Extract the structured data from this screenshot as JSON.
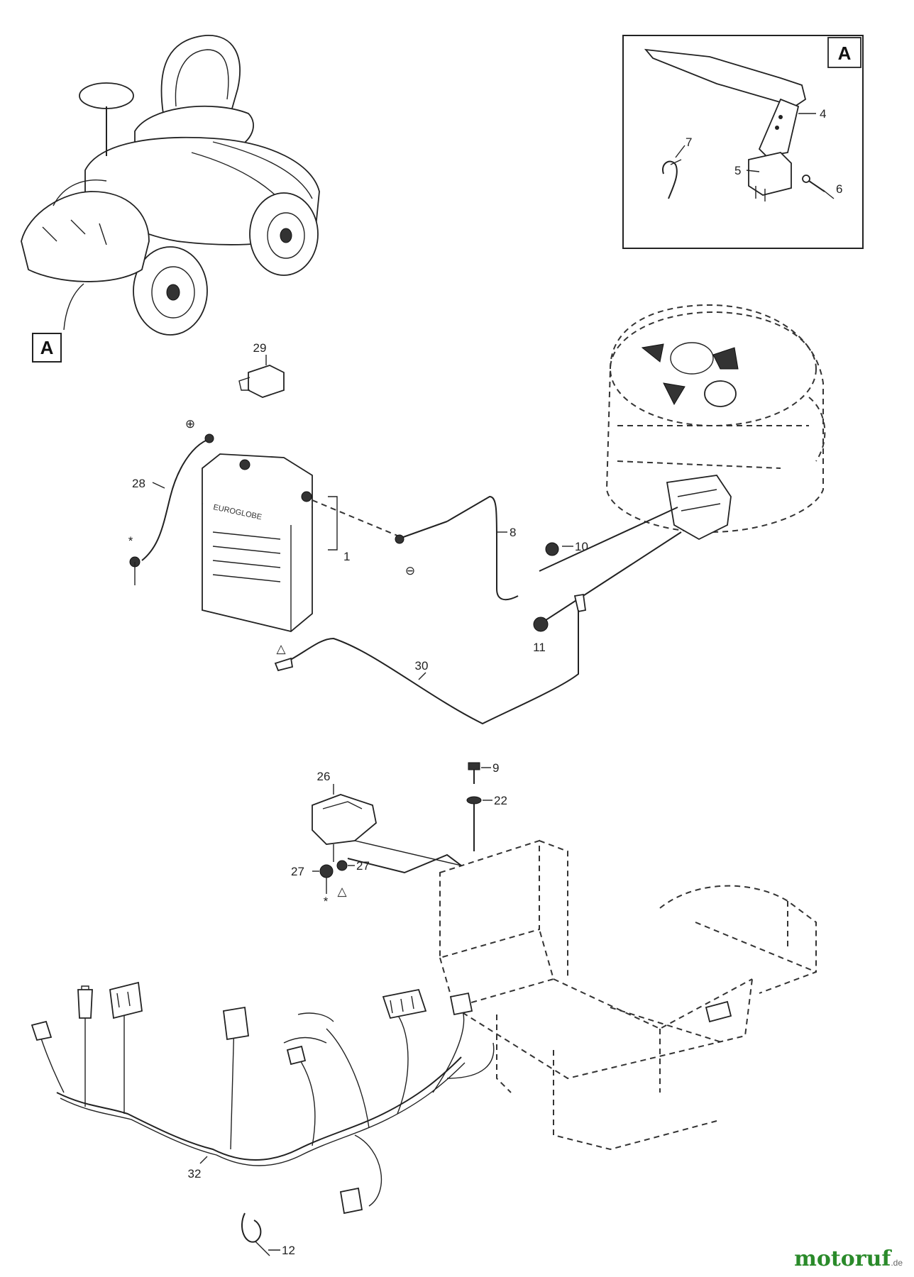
{
  "labels": {
    "A": "A",
    "p1": "1",
    "p4": "4",
    "p5": "5",
    "p6": "6",
    "p7": "7",
    "p8": "8",
    "p9": "9",
    "p10": "10",
    "p11": "11",
    "p12": "12",
    "p22": "22",
    "p26": "26",
    "p27a": "27",
    "p27b": "27",
    "p28": "28",
    "p29": "29",
    "p30": "30",
    "p32": "32",
    "plus": "⊕",
    "minus": "⊖",
    "star1": "*",
    "star2": "*",
    "tri1": "△",
    "tri2": "△"
  },
  "battery_brand": "EUROGLOBE",
  "logo": {
    "text": "motoruf",
    "suffix": ".de"
  }
}
